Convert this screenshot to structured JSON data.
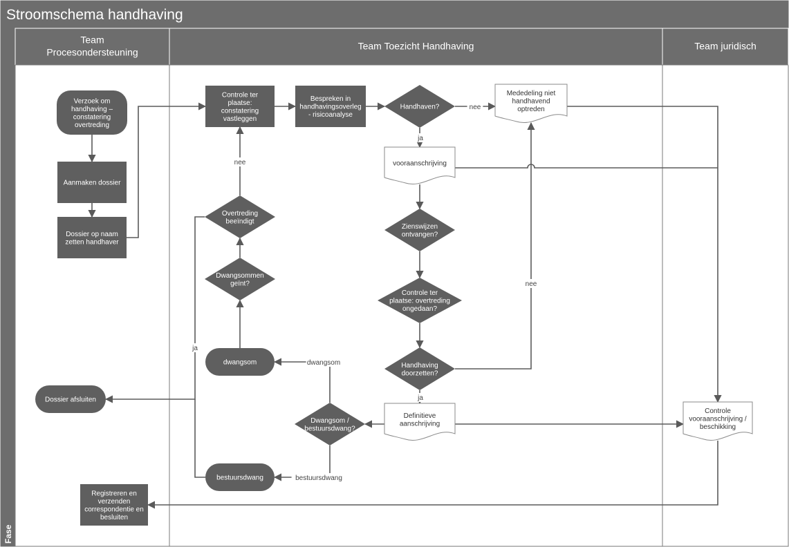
{
  "title": "Stroomschema handhaving",
  "phase_label": "Fase",
  "lanes": [
    {
      "id": "lane-procesondersteuning",
      "label_lines": [
        "Team",
        "Procesondersteuning"
      ]
    },
    {
      "id": "lane-toezicht",
      "label_lines": [
        "Team Toezicht Handhaving"
      ]
    },
    {
      "id": "lane-juridisch",
      "label_lines": [
        "Team juridisch"
      ]
    }
  ],
  "nodes": [
    {
      "id": "verzoek",
      "shape": "terminator",
      "lines": [
        "Verzoek om",
        "handhaving –",
        "constatering",
        "overtreding"
      ]
    },
    {
      "id": "aanmaken",
      "shape": "process",
      "lines": [
        "Aanmaken dossier"
      ]
    },
    {
      "id": "dossier-op-naam",
      "shape": "process",
      "lines": [
        "Dossier op naam",
        "zetten handhaver"
      ]
    },
    {
      "id": "controle-constatering",
      "shape": "process",
      "lines": [
        "Controle ter",
        "plaatse:",
        "constatering",
        "vastleggen"
      ]
    },
    {
      "id": "bespreken",
      "shape": "process",
      "lines": [
        "Bespreken in",
        "handhavingsoverleg",
        "- risicoanalyse"
      ]
    },
    {
      "id": "handhaven",
      "shape": "decision",
      "lines": [
        "Handhaven?"
      ]
    },
    {
      "id": "mededeling",
      "shape": "document",
      "lines": [
        "Mededeling niet",
        "handhavend",
        "optreden"
      ]
    },
    {
      "id": "vooraanschrijving",
      "shape": "document",
      "lines": [
        "vooraanschrijving"
      ]
    },
    {
      "id": "zienswijzen",
      "shape": "decision",
      "lines": [
        "Zienswijzen",
        "ontvangen?"
      ]
    },
    {
      "id": "controle-ongedaan",
      "shape": "decision",
      "lines": [
        "Controle ter",
        "plaatse: overtreding",
        "ongedaan?"
      ]
    },
    {
      "id": "doorzetten",
      "shape": "decision",
      "lines": [
        "Handhaving",
        "doorzetten?"
      ]
    },
    {
      "id": "definitieve",
      "shape": "document",
      "lines": [
        "Definitieve",
        "aanschrijving"
      ]
    },
    {
      "id": "dwangsom-bestuursdwang",
      "shape": "decision",
      "lines": [
        "Dwangsom /",
        "bestuursdwang?"
      ]
    },
    {
      "id": "dwangsom",
      "shape": "terminator",
      "lines": [
        "dwangsom"
      ]
    },
    {
      "id": "bestuursdwang",
      "shape": "terminator",
      "lines": [
        "bestuursdwang"
      ]
    },
    {
      "id": "dwangsommen-geint",
      "shape": "decision",
      "lines": [
        "Dwangsommen",
        "geïnt?"
      ]
    },
    {
      "id": "overtreding-beeindigt",
      "shape": "decision",
      "lines": [
        "Overtreding",
        "beeïndigt"
      ]
    },
    {
      "id": "dossier-afsluiten",
      "shape": "terminator",
      "lines": [
        "Dossier afsluiten"
      ]
    },
    {
      "id": "controle-beschikking",
      "shape": "document",
      "lines": [
        "Controle",
        "vooraanschrijving /",
        "beschikking"
      ]
    },
    {
      "id": "registreren",
      "shape": "process",
      "lines": [
        "Registreren en",
        "verzenden",
        "correspondentie en",
        "besluiten"
      ]
    }
  ],
  "edge_labels": [
    {
      "id": "label-nee-handhaven",
      "text": "nee"
    },
    {
      "id": "label-ja-handhaven",
      "text": "ja"
    },
    {
      "id": "label-nee-doorzetten",
      "text": "nee"
    },
    {
      "id": "label-ja-doorzetten",
      "text": "ja"
    },
    {
      "id": "label-dwangsom",
      "text": "dwangsom"
    },
    {
      "id": "label-bestuursdwang",
      "text": "bestuursdwang"
    },
    {
      "id": "label-nee-overtreding",
      "text": "nee"
    },
    {
      "id": "label-ja-afsluiten",
      "text": "ja"
    }
  ],
  "colors": {
    "header_bg": "#6d6d6d",
    "lane_header_bg": "#6d6d6d",
    "node_fill": "#5f5f5f",
    "document_fill": "#ffffff",
    "document_stroke": "#8a8a8a",
    "connector": "#5a5a5a",
    "lane_border": "#7a7a7a"
  }
}
